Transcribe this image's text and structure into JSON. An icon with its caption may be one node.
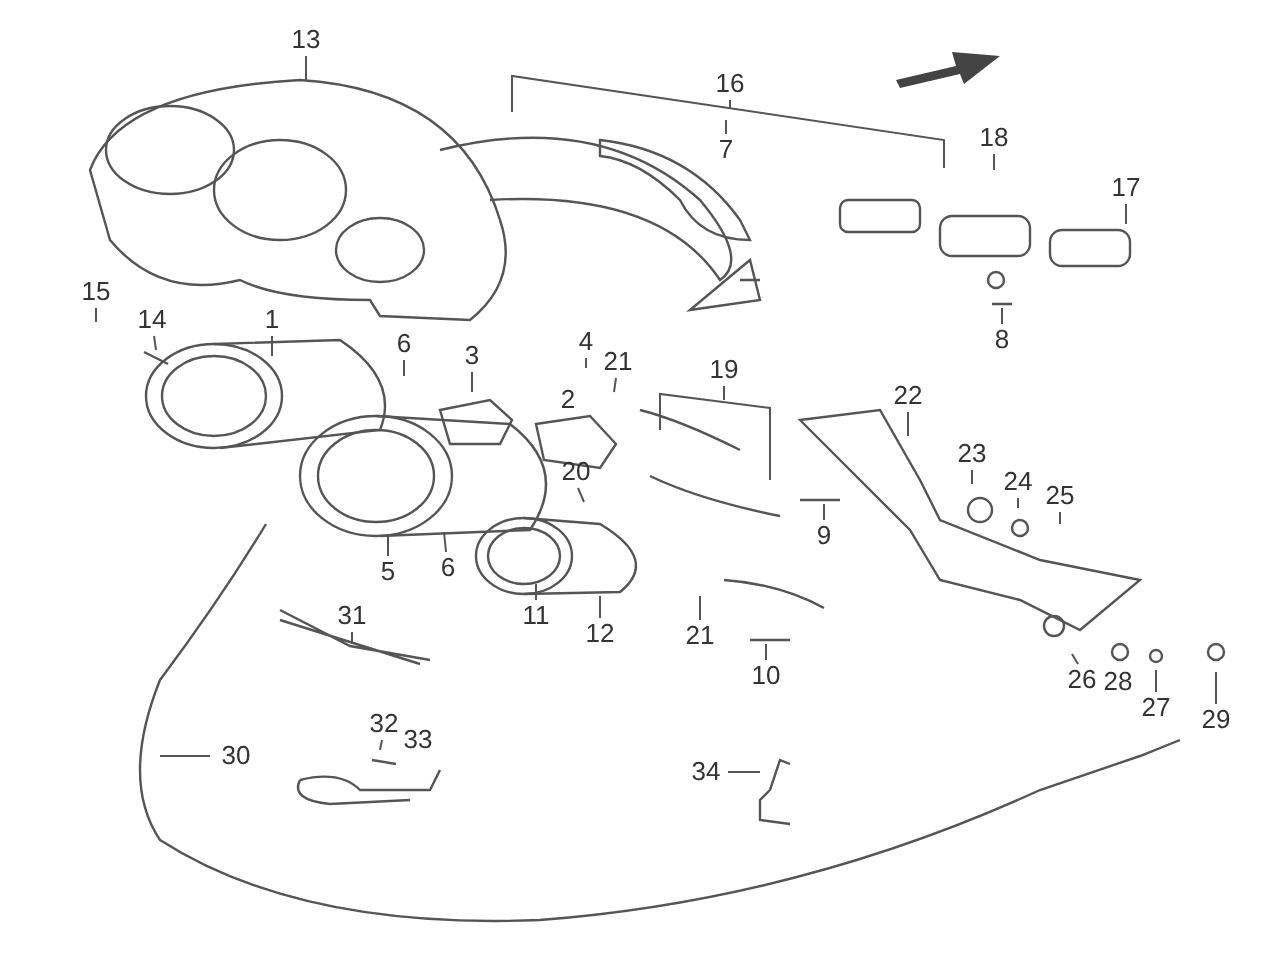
{
  "diagram": {
    "nodes": [
      {
        "text": [
          "1"
        ]
      },
      {
        "text": [
          "3"
        ]
      },
      {
        "text": [
          "4"
        ]
      },
      {
        "text": [
          "5"
        ]
      },
      {
        "text": [
          "6"
        ]
      },
      {
        "text": [
          "6"
        ]
      },
      {
        "text": [
          "7"
        ]
      },
      {
        "text": [
          "8"
        ]
      },
      {
        "text": [
          "9"
        ]
      },
      {
        "text": [
          "10"
        ]
      },
      {
        "text": [
          "11"
        ]
      },
      {
        "text": [
          "12"
        ]
      },
      {
        "text": [
          "13"
        ]
      },
      {
        "text": [
          "14"
        ]
      },
      {
        "text": [
          "15"
        ]
      },
      {
        "text": [
          "16"
        ]
      },
      {
        "text": [
          "17"
        ]
      },
      {
        "text": [
          "18"
        ]
      },
      {
        "text": [
          "19"
        ]
      },
      {
        "text": [
          "20"
        ]
      },
      {
        "text": [
          "21"
        ]
      },
      {
        "text": [
          "21"
        ]
      },
      {
        "text": [
          "22"
        ]
      },
      {
        "text": [
          "23"
        ]
      },
      {
        "text": [
          "24"
        ]
      },
      {
        "text": [
          "25"
        ]
      },
      {
        "text": [
          "26"
        ]
      },
      {
        "text": [
          "27"
        ]
      },
      {
        "text": [
          "29"
        ]
      },
      {
        "text": [
          "30"
        ]
      },
      {
        "text": [
          "31"
        ]
      },
      {
        "text": [
          "32"
        ]
      },
      {
        "text": [
          "34"
        ]
      }
    ],
    "edges": [
      {
        "from": 0,
        "to": null,
        "arrow": "none"
      },
      {
        "from": 1,
        "to": null,
        "arrow": "none"
      },
      {
        "from": 2,
        "to": null,
        "arrow": "none"
      },
      {
        "from": 3,
        "to": null,
        "arrow": "none"
      },
      {
        "from": 4,
        "to": null,
        "arrow": "none"
      },
      {
        "from": 5,
        "to": null,
        "arrow": "none"
      },
      {
        "from": 6,
        "to": null,
        "arrow": "none"
      },
      {
        "from": 7,
        "to": null,
        "arrow": "none"
      },
      {
        "from": 8,
        "to": null,
        "arrow": "none"
      },
      {
        "from": 9,
        "to": null,
        "arrow": "none"
      },
      {
        "from": 10,
        "to": null,
        "arrow": "none"
      },
      {
        "from": 11,
        "to": null,
        "arrow": "none"
      },
      {
        "from": 12,
        "to": null,
        "arrow": "none"
      },
      {
        "from": 13,
        "to": null,
        "arrow": "none"
      },
      {
        "from": 14,
        "to": null,
        "arrow": "none"
      },
      {
        "from": 15,
        "to": null,
        "arrow": "none"
      },
      {
        "from": 16,
        "to": null,
        "arrow": "none"
      },
      {
        "from": 17,
        "to": null,
        "arrow": "none"
      },
      {
        "from": 18,
        "to": null,
        "arrow": "none"
      },
      {
        "from": 19,
        "to": null,
        "arrow": "none"
      },
      {
        "from": 20,
        "to": null,
        "arrow": "none"
      },
      {
        "from": 21,
        "to": null,
        "arrow": "none"
      },
      {
        "from": 22,
        "to": null,
        "arrow": "none"
      },
      {
        "from": 23,
        "to": null,
        "arrow": "none"
      },
      {
        "from": 24,
        "to": null,
        "arrow": "none"
      },
      {
        "from": 25,
        "to": null,
        "arrow": "none"
      },
      {
        "from": 26,
        "to": null,
        "arrow": "none"
      },
      {
        "from": 27,
        "to": null,
        "arrow": "none"
      },
      {
        "from": 28,
        "to": null,
        "arrow": "none"
      },
      {
        "from": 29,
        "to": null,
        "arrow": "none"
      },
      {
        "from": 30,
        "to": null,
        "arrow": "none"
      },
      {
        "from": 31,
        "to": null,
        "arrow": "none"
      },
      {
        "from": 32,
        "to": null,
        "arrow": "none"
      }
    ],
    "labels": [
      "2",
      "28",
      "33"
    ]
  }
}
